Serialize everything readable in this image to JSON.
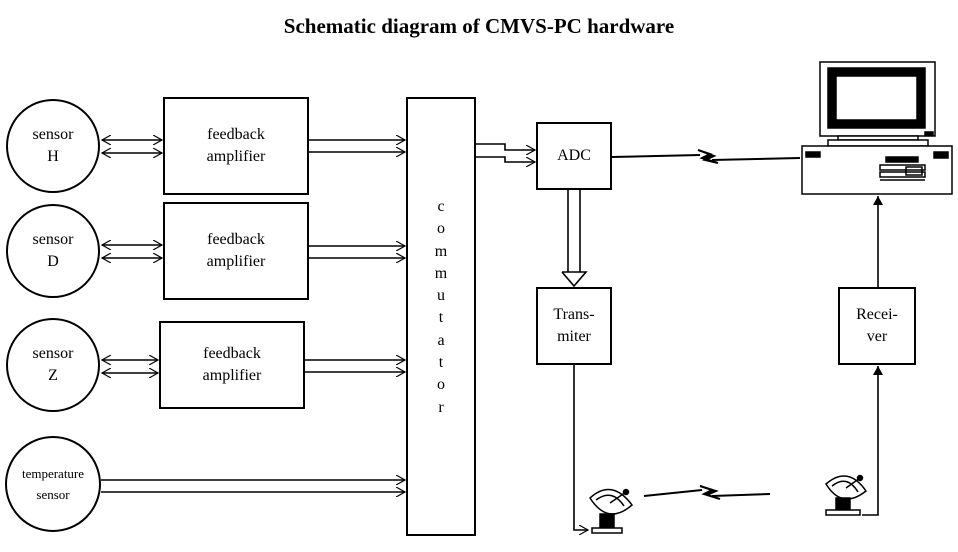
{
  "title": "Schematic diagram of CMVS-PC  hardware",
  "sensors": [
    {
      "line1": "sensor",
      "line2": "H"
    },
    {
      "line1": "sensor",
      "line2": "D"
    },
    {
      "line1": "sensor",
      "line2": "Z"
    },
    {
      "line1": "temperature",
      "line2": "sensor"
    }
  ],
  "amplifiers": [
    {
      "line1": "feedback",
      "line2": "amplifier"
    },
    {
      "line1": "feedback",
      "line2": "amplifier"
    },
    {
      "line1": "feedback",
      "line2": "amplifier"
    }
  ],
  "commutator_letters": [
    "c",
    "o",
    "m",
    "m",
    "u",
    "t",
    "a",
    "t",
    "o",
    "r"
  ],
  "adc": "ADC",
  "transmitter": {
    "line1": "Trans-",
    "line2": "miter"
  },
  "receiver": {
    "line1": "Recei-",
    "line2": "ver"
  },
  "icons": [
    "computer-icon",
    "satellite-dish-icon",
    "wireless-link-icon"
  ]
}
